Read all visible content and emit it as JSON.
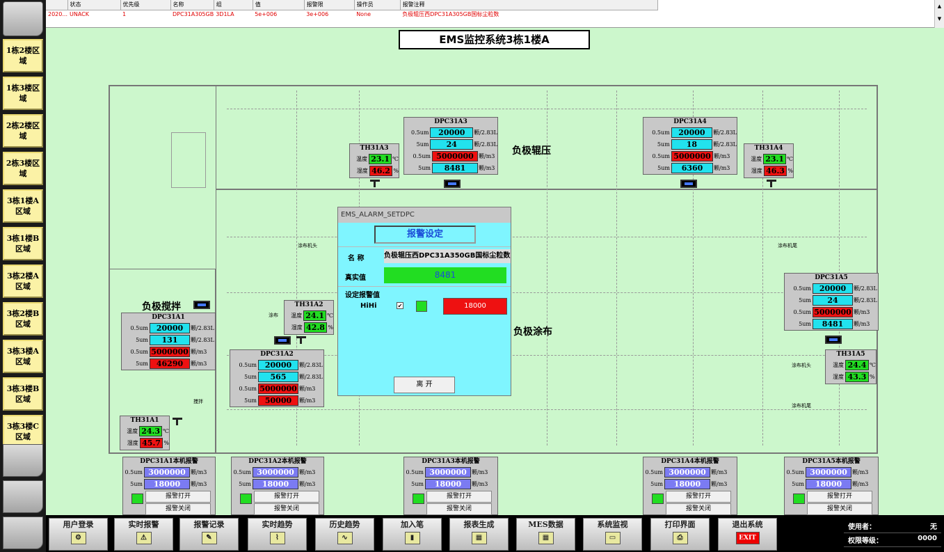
{
  "nav": [
    "1栋2楼区域",
    "1栋3楼区域",
    "2栋2楼区域",
    "2栋3楼区域",
    "3栋1楼A区域",
    "3栋1楼B区域",
    "3栋2楼A区域",
    "3栋2楼B区域",
    "3栋3楼A区域",
    "3栋3楼B区域",
    "3栋3楼C区域"
  ],
  "alarm": {
    "headers": [
      "状态",
      "优先级",
      "名称",
      "组",
      "值",
      "报警限",
      "操作员",
      "报警注释"
    ],
    "row": {
      "time": "2020...",
      "status": "UNACK",
      "priority": "1",
      "name": "DPC31A305GB",
      "group": "3D1LA",
      "value": "5e+006",
      "limit": "3e+006",
      "operator": "None",
      "comment": "负极辊压西DPC31A305GB国标尘粒数"
    }
  },
  "title": "EMS监控系统3栋1楼A",
  "areas": {
    "a1": "负极辊压",
    "a2": "负极搅拌",
    "a3": "负极涂布"
  },
  "plan_labels": {
    "l1": "涂布机头",
    "l2": "涂布机尾",
    "l3": "涂布",
    "l4": "涂布机头",
    "l5": "涂布机尾",
    "l6": "搅拌"
  },
  "dpc": {
    "rl": [
      "0.5um",
      "5um",
      "0.5um",
      "5um"
    ],
    "units": [
      "颗/2.83L",
      "颗/2.83L",
      "颗/m3",
      "颗/m3"
    ],
    "a1": {
      "name": "DPC31A1",
      "v": [
        "20000",
        "131",
        "5000000",
        "46290"
      ]
    },
    "a2": {
      "name": "DPC31A2",
      "v": [
        "20000",
        "565",
        "5000000",
        "50000"
      ]
    },
    "a3": {
      "name": "DPC31A3",
      "v": [
        "20000",
        "24",
        "5000000",
        "8481"
      ]
    },
    "a4": {
      "name": "DPC31A4",
      "v": [
        "20000",
        "18",
        "5000000",
        "6360"
      ]
    },
    "a5": {
      "name": "DPC31A5",
      "v": [
        "20000",
        "24",
        "5000000",
        "8481"
      ]
    }
  },
  "th": {
    "temp_label": "温度",
    "hum_label": "湿度",
    "temp_unit": "℃",
    "hum_unit": "%",
    "a1": {
      "name": "TH31A1",
      "t": "24.3",
      "h": "45.7"
    },
    "a2": {
      "name": "TH31A2",
      "t": "24.1",
      "h": "42.8"
    },
    "a3": {
      "name": "TH31A3",
      "t": "23.1",
      "h": "46.2"
    },
    "a4": {
      "name": "TH31A4",
      "t": "23.1",
      "h": "46.3"
    },
    "a5": {
      "name": "TH31A5",
      "t": "24.4",
      "h": "43.3"
    }
  },
  "alarms": {
    "rl": [
      "0.5um",
      "5um"
    ],
    "unit": "颗/m3",
    "v1": "3000000",
    "v2": "18000",
    "open": "报警打开",
    "close": "报警关闭",
    "names": [
      "DPC31A1本机报警",
      "DPC31A2本机报警",
      "DPC31A3本机报警",
      "DPC31A4本机报警",
      "DPC31A5本机报警"
    ]
  },
  "dialog": {
    "window_title": "EMS_ALARM_SETDPC",
    "header": "报警设定",
    "name_label": "名 称",
    "name_value": "负极辊压西DPC31A350GB国标尘粒数",
    "real_label": "真实值",
    "real_value": "8481",
    "set_label": "设定报警值",
    "hihi": "HiHi",
    "check": "✔",
    "limit": "18000",
    "leave": "离 开"
  },
  "bottom": [
    "用户登录",
    "实时报警",
    "报警记录",
    "实时趋势",
    "历史趋势",
    "加入笔",
    "报表生成",
    "MES数据",
    "系统监视",
    "打印界面",
    "退出系统"
  ],
  "exit": "EXIT",
  "user": {
    "label": "使用者：",
    "value": "无",
    "level_label": "权限等级：",
    "level": "0000"
  },
  "colors": {
    "bg": "#ccf7cc",
    "cyan": "#22e2ee",
    "red": "#ee1111",
    "green": "#22dd22",
    "purple": "#7b7bf2",
    "dialog": "#7ff5ff"
  }
}
